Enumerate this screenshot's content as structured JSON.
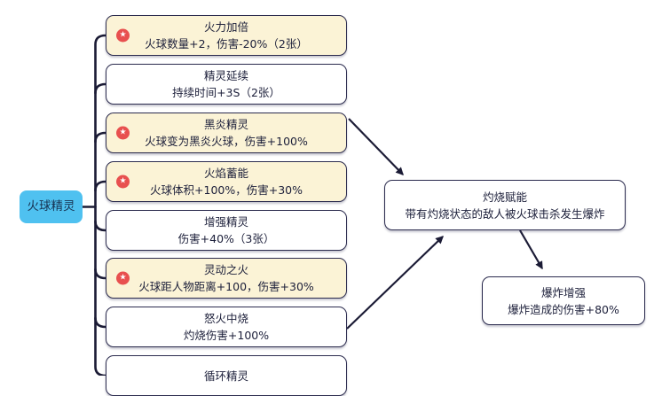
{
  "root": {
    "label": "火球精灵"
  },
  "skills": [
    {
      "title": "火力加倍",
      "desc": "火球数量+2，伤害-20%（2张）",
      "starred": true
    },
    {
      "title": "精灵延续",
      "desc": "持续时间+3S（2张）",
      "starred": false
    },
    {
      "title": "黑炎精灵",
      "desc": "火球变为黑炎火球，伤害+100%",
      "starred": true
    },
    {
      "title": "火焰蓄能",
      "desc": "火球体积+100%，伤害+30%",
      "starred": true
    },
    {
      "title": "增强精灵",
      "desc": "伤害+40%（3张）",
      "starred": false
    },
    {
      "title": "灵动之火",
      "desc": "火球距人物距离+100，伤害+30%",
      "starred": true
    },
    {
      "title": "怒火中烧",
      "desc": "灼烧伤害+100%",
      "starred": false
    },
    {
      "title": "循环精灵",
      "desc": "",
      "starred": false
    }
  ],
  "derived": [
    {
      "title": "灼烧赋能",
      "desc": "带有灼烧状态的敌人被火球击杀发生爆炸"
    },
    {
      "title": "爆炸增强",
      "desc": "爆炸造成的伤害+80%"
    }
  ],
  "edges": [
    {
      "from": "黑炎精灵",
      "to": "灼烧赋能"
    },
    {
      "from": "怒火中烧",
      "to": "灼烧赋能"
    },
    {
      "from": "灼烧赋能",
      "to": "爆炸增强"
    }
  ],
  "icons": {
    "star": "★"
  },
  "colors": {
    "root_fill": "#4fc1f0",
    "starred_fill": "#fbf3d6",
    "node_fill": "#ffffff",
    "border_and_lines": "#1b1b35",
    "star_badge": "#e8504f",
    "text": "#1c1f3a"
  }
}
